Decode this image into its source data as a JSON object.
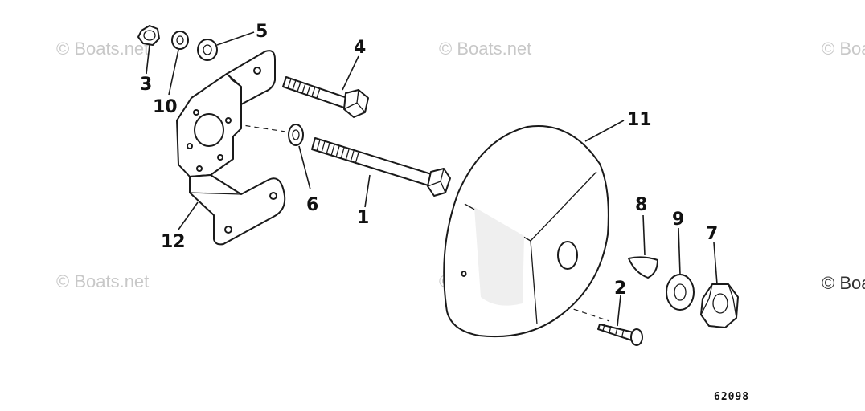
{
  "watermark": "© Boats.net",
  "part_number": "62098",
  "callouts": {
    "c1": "1",
    "c2": "2",
    "c3": "3",
    "c4": "4",
    "c5": "5",
    "c6": "6",
    "c7": "7",
    "c8": "8",
    "c9": "9",
    "c10": "10",
    "c11": "11",
    "c12": "12"
  }
}
